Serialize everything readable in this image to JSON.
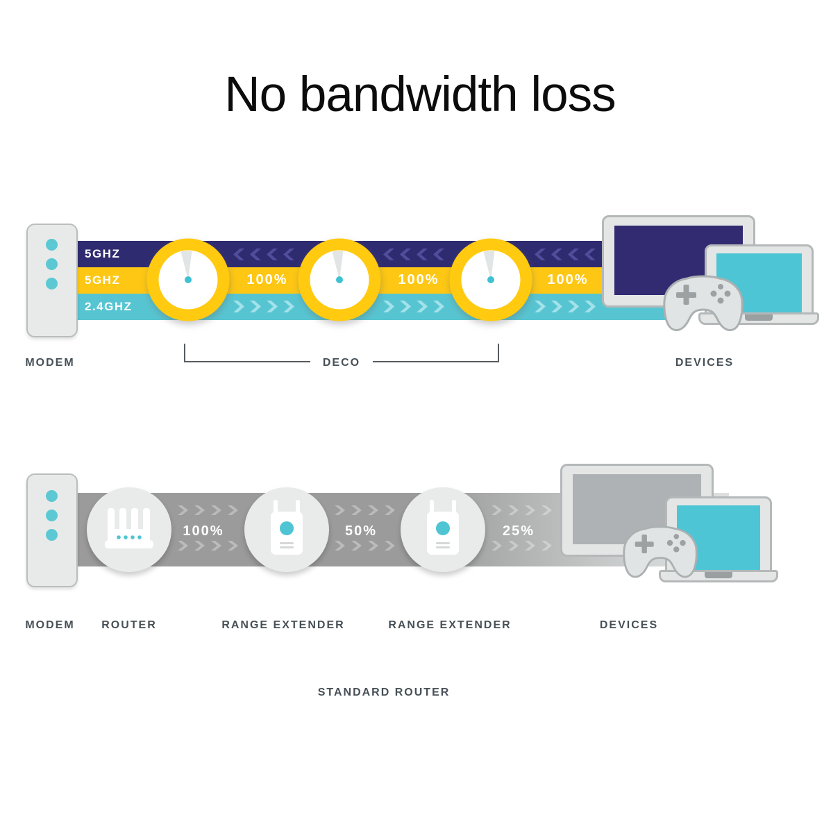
{
  "title": "No bandwidth loss",
  "colors": {
    "backhaul_band": "#2f2b70",
    "fronthaul_band": "#fdc713",
    "band_24ghz": "#57c5d1",
    "deco_ring_yellow": "#ffca10",
    "accent_teal": "#4fc4d3",
    "tv_screen_navy": "#322b72",
    "laptop_screen_teal": "#4ec5d5",
    "tv_screen_gray": "#aeb2b4",
    "standard_band_gray": "#9b9b9b",
    "label_text": "#465056"
  },
  "icons": {
    "deco_unit": "deco-dial-icon",
    "router": "router-icon",
    "range_extender": "range-extender-icon",
    "modem": "modem-icon",
    "tv": "tv-icon",
    "laptop": "laptop-icon",
    "gamepad": "gamepad-icon",
    "flow_left": "chevron-left-icon",
    "flow_right": "chevron-right-icon"
  },
  "top_diagram": {
    "modem_label": "MODEM",
    "deco_label": "DECO",
    "devices_label": "DEVICES",
    "bands": [
      {
        "label": "5GHZ"
      },
      {
        "label": "5GHZ"
      },
      {
        "label": "2.4GHZ"
      }
    ],
    "throughput": [
      "100%",
      "100%",
      "100%"
    ]
  },
  "bottom_diagram": {
    "modem_label": "MODEM",
    "router_label": "ROUTER",
    "extender1_label": "RANGE EXTENDER",
    "extender2_label": "RANGE EXTENDER",
    "devices_label": "DEVICES",
    "throughput": [
      "100%",
      "50%",
      "25%"
    ],
    "caption": "STANDARD ROUTER"
  }
}
